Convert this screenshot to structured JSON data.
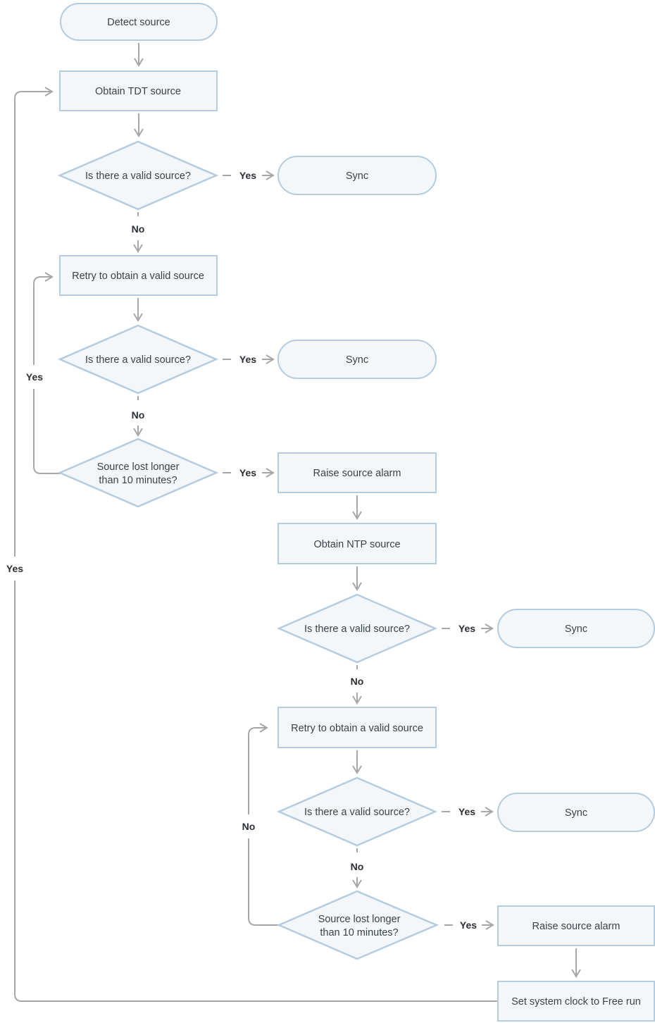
{
  "diagram": {
    "type": "flowchart",
    "nodes": {
      "detect_source": {
        "shape": "stadium",
        "label": "Detect source"
      },
      "obtain_tdt": {
        "shape": "rect",
        "label": "Obtain TDT source"
      },
      "valid_source_1": {
        "shape": "diamond",
        "label": "Is there a valid source?"
      },
      "sync_1": {
        "shape": "stadium",
        "label": "Sync"
      },
      "retry_tdt": {
        "shape": "rect",
        "label": "Retry to obtain a valid source"
      },
      "valid_source_2": {
        "shape": "diamond",
        "label": "Is there a valid source?"
      },
      "sync_2": {
        "shape": "stadium",
        "label": "Sync"
      },
      "source_lost_tdt": {
        "shape": "diamond",
        "label_line1": "Source lost longer",
        "label_line2": "than 10 minutes?"
      },
      "raise_alarm_tdt": {
        "shape": "rect",
        "label": "Raise source alarm"
      },
      "obtain_ntp": {
        "shape": "rect",
        "label": "Obtain NTP source"
      },
      "valid_source_3": {
        "shape": "diamond",
        "label": "Is there a valid source?"
      },
      "sync_3": {
        "shape": "stadium",
        "label": "Sync"
      },
      "retry_ntp": {
        "shape": "rect",
        "label": "Retry to obtain a valid source"
      },
      "valid_source_4": {
        "shape": "diamond",
        "label": "Is there a valid source?"
      },
      "sync_4": {
        "shape": "stadium",
        "label": "Sync"
      },
      "source_lost_ntp": {
        "shape": "diamond",
        "label_line1": "Source lost longer",
        "label_line2": "than 10 minutes?"
      },
      "raise_alarm_ntp": {
        "shape": "rect",
        "label": "Raise source alarm"
      },
      "set_free_run": {
        "shape": "rect",
        "label": "Set system clock to Free run"
      }
    },
    "edge_labels": {
      "yes": "Yes",
      "no": "No"
    },
    "colors": {
      "background": "#ffffff",
      "node_fill": "#f3f7fa",
      "node_border": "#b4ccde",
      "connector": "#a5a7a9",
      "node_text": "#3b4247",
      "edge_label_text": "#2b2f33"
    }
  }
}
